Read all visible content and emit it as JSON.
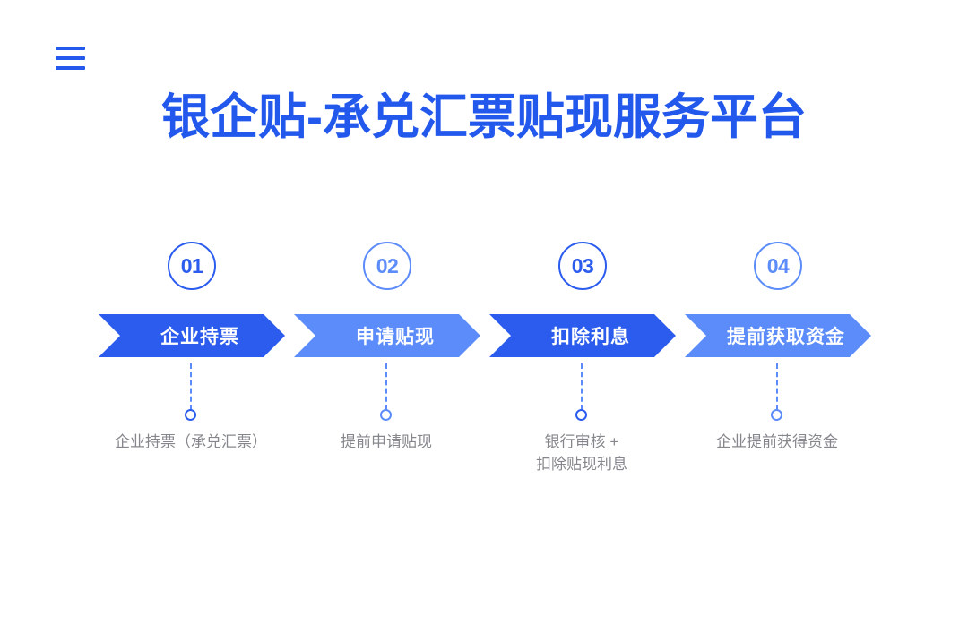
{
  "header": {
    "menu_icon": "hamburger-menu-icon",
    "title": "银企贴-承兑汇票贴现服务平台",
    "accent_color": "#2358ec"
  },
  "colors": {
    "primary_dark": "#2b5ced",
    "primary_light": "#5b8cfa",
    "caption_text": "#85878c",
    "background": "#ffffff"
  },
  "flow": {
    "steps": [
      {
        "number": "01",
        "label": "企业持票",
        "caption": "企业持票（承兑汇票）",
        "tone": "dark"
      },
      {
        "number": "02",
        "label": "申请贴现",
        "caption": "提前申请贴现",
        "tone": "light"
      },
      {
        "number": "03",
        "label": "扣除利息",
        "caption": "银行审核 +\n扣除贴现利息",
        "tone": "dark"
      },
      {
        "number": "04",
        "label": "提前获取资金",
        "caption": "企业提前获得资金",
        "tone": "light"
      }
    ]
  }
}
